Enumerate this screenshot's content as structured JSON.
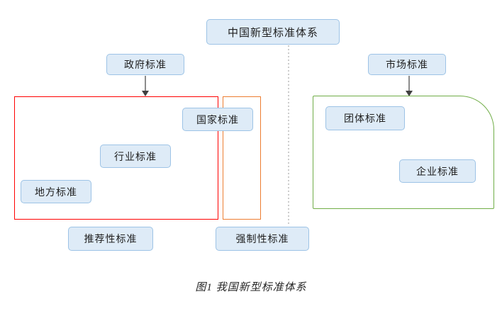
{
  "nodes": {
    "root": {
      "label": "中国新型标准体系"
    },
    "government": {
      "label": "政府标准"
    },
    "market": {
      "label": "市场标准"
    },
    "national": {
      "label": "国家标准"
    },
    "industry": {
      "label": "行业标准"
    },
    "local": {
      "label": "地方标准"
    },
    "group": {
      "label": "团体标准"
    },
    "enterprise": {
      "label": "企业标准"
    },
    "recommended": {
      "label": "推荐性标准"
    },
    "mandatory": {
      "label": "强制性标准"
    }
  },
  "caption": "图1  我国新型标准体系",
  "colors": {
    "node_fill": "#DEEBF7",
    "node_border": "#9DC3E6",
    "government_frame": "#FF0000",
    "mandatory_frame": "#ED7D31",
    "market_frame": "#70AD47",
    "dotted_line": "#BFBFBF",
    "arrow": "#404040"
  }
}
